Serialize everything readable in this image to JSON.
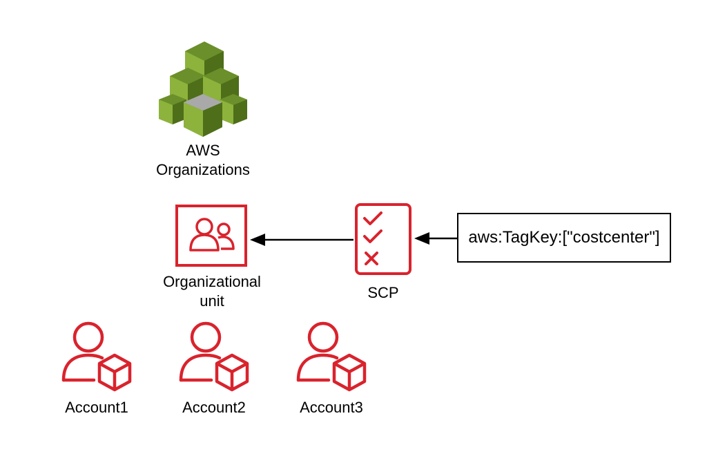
{
  "organization": {
    "label_line1": "AWS",
    "label_line2": "Organizations",
    "icon": "aws-organizations-icon",
    "color": "#6b8f2a"
  },
  "ou": {
    "label_line1": "Organizational",
    "label_line2": "unit",
    "icon": "organizational-unit-icon"
  },
  "scp": {
    "label": "SCP",
    "icon": "checklist-icon"
  },
  "tag_condition": {
    "text": "aws:TagKey:[\"costcenter\"]"
  },
  "accounts": [
    {
      "label": "Account1"
    },
    {
      "label": "Account2"
    },
    {
      "label": "Account3"
    }
  ],
  "colors": {
    "accent": "#d9232d",
    "arrow": "#000000"
  }
}
